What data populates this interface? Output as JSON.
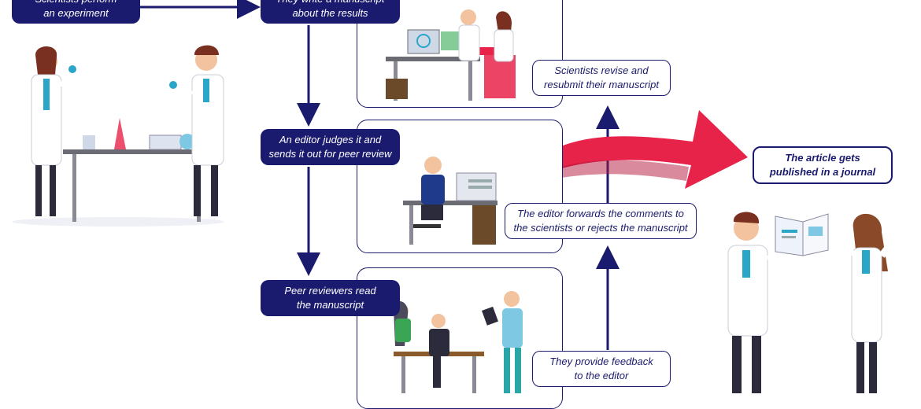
{
  "steps": {
    "experiment": [
      "Scientists perform",
      "an experiment"
    ],
    "manuscript": [
      "They write a manuscript",
      "about the results"
    ],
    "editor": [
      "An editor judges it and",
      "sends it out for peer review"
    ],
    "reviewers": [
      "Peer reviewers read",
      "the manuscript"
    ],
    "revise": [
      "Scientists revise and",
      "resubmit their manuscript"
    ],
    "forward": [
      "The editor forwards the comments to",
      "the scientists or rejects the manuscript"
    ],
    "feedback": [
      "They provide feedback",
      "to the editor"
    ],
    "published": [
      "The article gets",
      "published in a journal"
    ]
  },
  "colors": {
    "navy": "#1a1a6e",
    "accent": "#e8234a",
    "coat": "#ffffff",
    "skin": "#f2c39e"
  }
}
